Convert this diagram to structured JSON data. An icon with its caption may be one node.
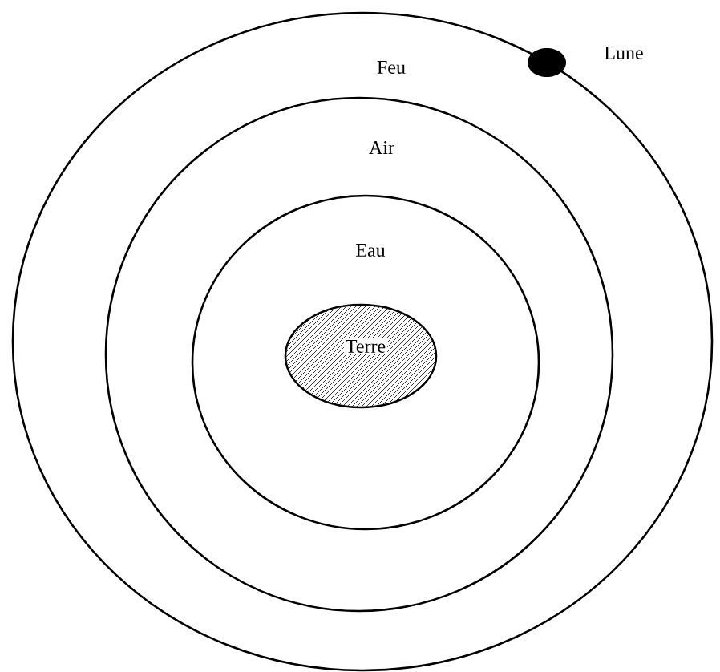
{
  "diagram": {
    "nodes": [
      {
        "text": [
          "Feu"
        ]
      },
      {
        "text": [
          "Air"
        ],
        "in": 0
      },
      {
        "text": [
          "Eau"
        ],
        "in": 1
      },
      {
        "text": [
          "Terre"
        ],
        "in": 2
      },
      {
        "text": [
          "Lune"
        ]
      }
    ]
  }
}
